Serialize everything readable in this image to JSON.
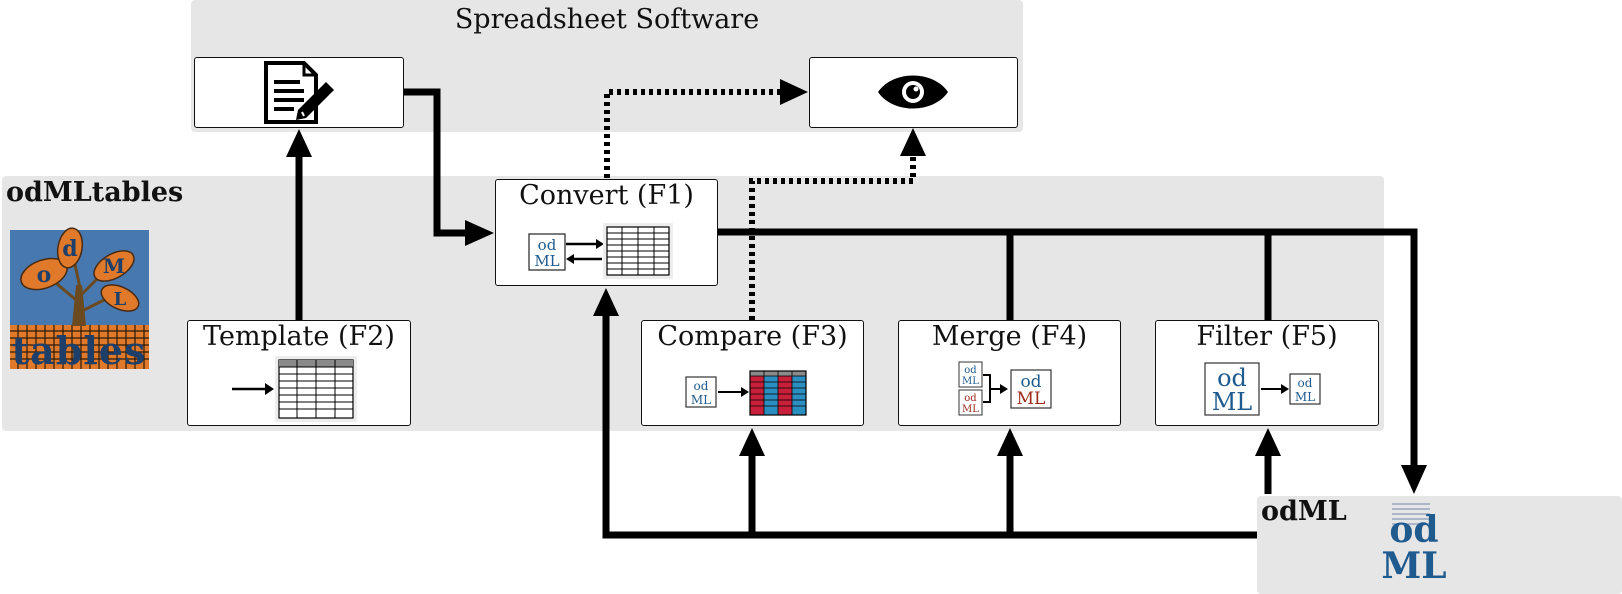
{
  "panels": {
    "spreadsheet": {
      "title": "Spreadsheet Software"
    },
    "odmltables": {
      "title": "odMLtables",
      "logo_word": "tables",
      "logo_letters": [
        "o",
        "d",
        "M",
        "L"
      ]
    },
    "odml": {
      "title": "odML",
      "logo_text": "odML"
    }
  },
  "functions": {
    "convert": {
      "title": "Convert (F1)"
    },
    "template": {
      "title": "Template (F2)"
    },
    "compare": {
      "title": "Compare (F3)"
    },
    "merge": {
      "title": "Merge (F4)"
    },
    "filter": {
      "title": "Filter (F5)"
    }
  },
  "icons": {
    "edit": "edit-document-icon",
    "view": "eye-icon",
    "odml_file": "odml-file-icon",
    "table": "table-icon",
    "colored_table": "colored-table-icon",
    "arrow": "arrow-icon"
  },
  "odml_glyph": {
    "top": "od",
    "bottom": "ML"
  },
  "colors": {
    "panel_bg": "#e6e6e6",
    "odml_blue": "#1f5b8e",
    "odml_red": "#9b2a1a",
    "compare_red": "#c8203a",
    "compare_blue": "#2a8fc0",
    "logo_orange": "#e07a2a"
  }
}
